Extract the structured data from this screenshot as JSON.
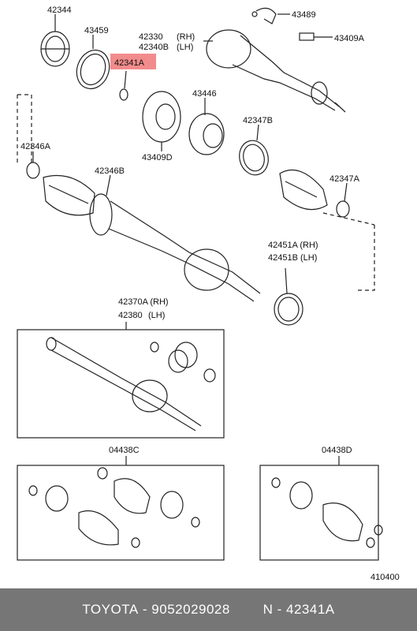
{
  "parts": {
    "p42344": "42344",
    "p43459": "43459",
    "p42341A": "42341A",
    "p42330": "42330",
    "p42340B": "42340B",
    "rh": "(RH)",
    "lh": "(LH)",
    "p43489": "43489",
    "p43409A": "43409A",
    "p43446": "43446",
    "p42347B": "42347B",
    "p43409D": "43409D",
    "p42346A": "42346A",
    "p42346B": "42346B",
    "p42347A": "42347A",
    "p42451A": "42451A (RH)",
    "p42451B": "42451B (LH)",
    "p42370A": "42370A (RH)",
    "p42380": "42380",
    "p42380lh": "(LH)",
    "p04438C": "04438C",
    "p04438D": "04438D",
    "fig": "410400"
  },
  "colors": {
    "highlight": "#f28b8b",
    "line": "#222222",
    "footer": "#767676"
  },
  "footer": {
    "brand": "TOYOTA",
    "sep": " - ",
    "part_number": "9052029028",
    "gap": "        ",
    "ref": "N - 42341A"
  }
}
